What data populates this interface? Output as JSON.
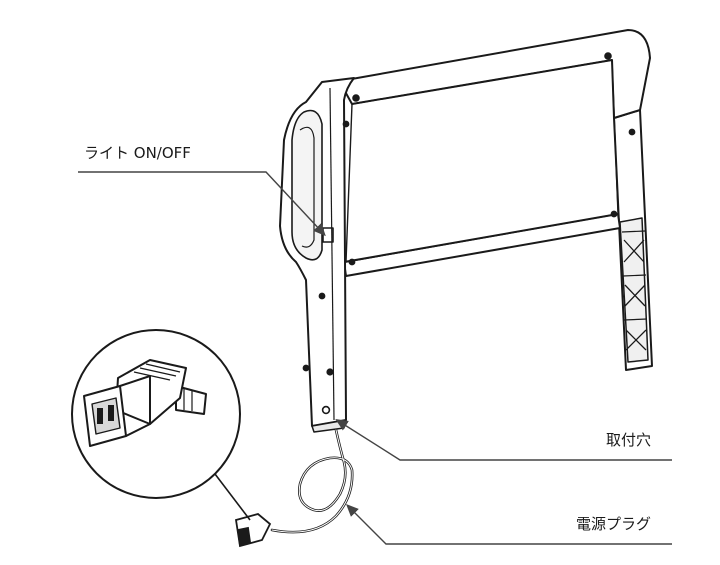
{
  "labels": {
    "light_switch": "ライト ON/OFF",
    "mounting_hole": "取付穴",
    "power_plug": "電源プラグ"
  },
  "colors": {
    "line": "#1a1a1a",
    "leader": "#444444",
    "background": "#ffffff",
    "frame_fill": "#ffffff",
    "shade": "#e6e6e6"
  },
  "icons": [
    "bed-headboard-frame",
    "power-cord",
    "power-plug-connector",
    "magnifier-circle"
  ]
}
